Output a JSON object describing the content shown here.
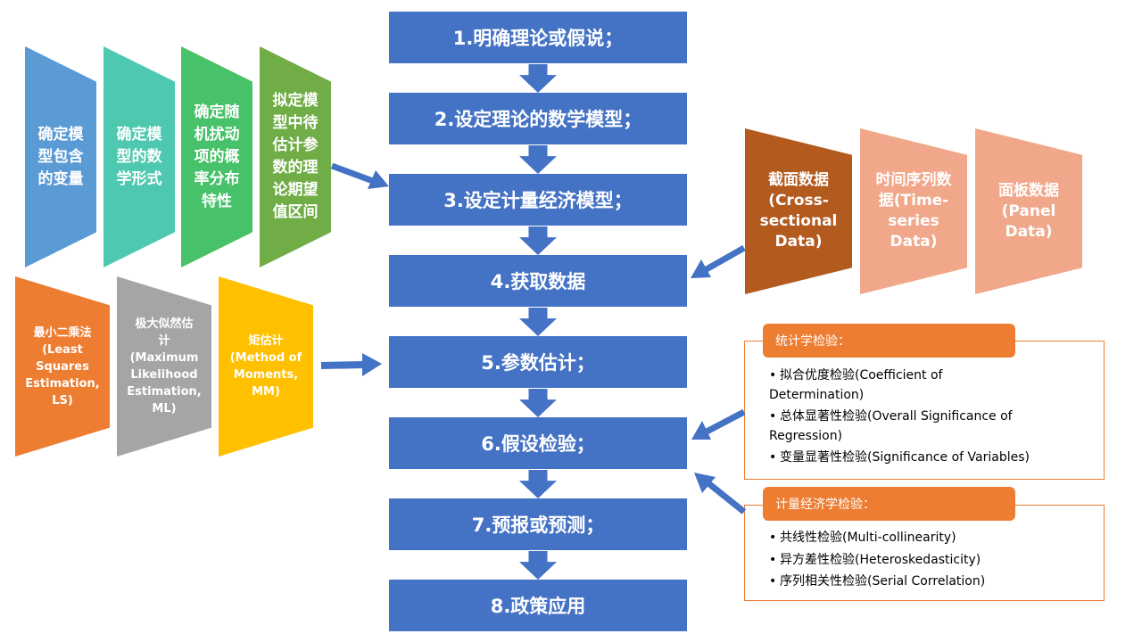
{
  "steps": [
    "1.明确理论或假说；",
    "2.设定理论的数学模型；",
    "3.设定计量经济模型；",
    "4.获取数据",
    "5.参数估计；",
    "6.假设检验；",
    "7.预报或预测；",
    "8.政策应用"
  ],
  "model_spec": [
    {
      "text": "确定模\n型包含\n的变量",
      "color": "#5b9bd5"
    },
    {
      "text": "确定模\n型的数\n学形式",
      "color": "#4ec9b0"
    },
    {
      "text": "确定随\n机扰动\n项的概\n率分布\n特性",
      "color": "#47c16a"
    },
    {
      "text": "拟定模\n型中待\n估计参\n数的理\n论期望\n值区间",
      "color": "#70ad47"
    }
  ],
  "estimation_methods": [
    {
      "text": "最小二乘法\n(Least\nSquares\nEstimation,\nLS)",
      "color": "#ed7d31"
    },
    {
      "text": "极大似然估\n计\n(Maximum\nLikelihood\nEstimation,\nML)",
      "color": "#a5a5a5"
    },
    {
      "text": "矩估计\n(Method of\nMoments,\nMM)",
      "color": "#ffc000"
    }
  ],
  "data_types": [
    {
      "text": "截面数据\n(Cross-\nsectional\nData)",
      "color": "#b35a1f"
    },
    {
      "text": "时间序列数\n据(Time-\nseries\nData)",
      "color": "#f0a78a"
    },
    {
      "text": "面板数据\n(Panel\nData)",
      "color": "#f0a78a"
    }
  ],
  "stat_tests": {
    "title": "统计学检验：",
    "items": [
      "拟合优度检验(Coefficient  of\nDetermination)",
      "总体显著性检验(Overall  Significance  of\nRegression)",
      "变量显著性检验(Significance  of Variables)"
    ]
  },
  "econ_tests": {
    "title": "计量经济学检验：",
    "items": [
      "共线性检验(Multi-collinearity)",
      "异方差性检验(Heteroskedasticity)",
      "序列相关性检验(Serial  Correlation)"
    ]
  },
  "colors": {
    "step_blue": "#4472c4",
    "box_orange": "#ed7d31"
  }
}
